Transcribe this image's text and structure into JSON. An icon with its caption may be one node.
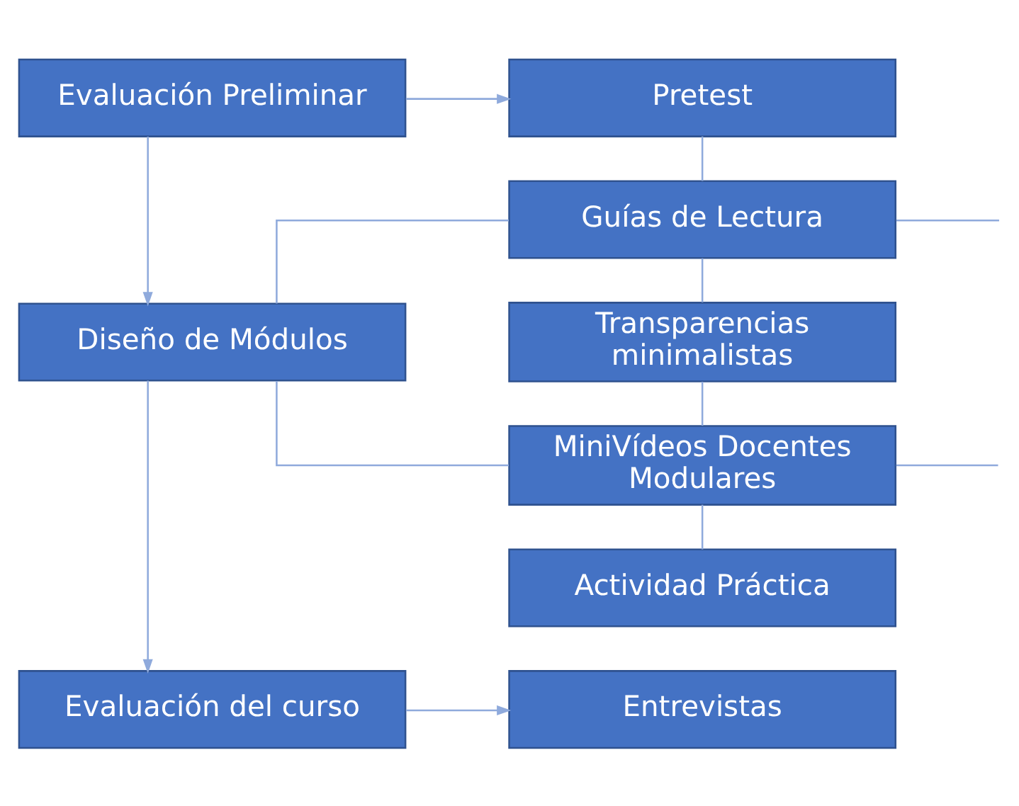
{
  "diagram": {
    "nodes": [
      {
        "text": [
          "Evaluación Preliminar"
        ]
      },
      {
        "text": [
          "Pretest"
        ]
      },
      {
        "text": [
          "Diseño de Módulos"
        ]
      },
      {
        "text": [
          "Guías de Lectura"
        ]
      },
      {
        "text": [
          "Transparencias minimalistas"
        ]
      },
      {
        "text": [
          "MiniVídeos Docentes Modulares"
        ]
      },
      {
        "text": [
          "Actividad Práctica"
        ]
      },
      {
        "text": [
          "Evaluación del curso"
        ]
      },
      {
        "text": [
          "Entrevistas"
        ]
      }
    ],
    "edges": [
      {
        "from": 0,
        "to": 1,
        "arrow": "to"
      },
      {
        "from": 0,
        "to": 2,
        "arrow": "to"
      },
      {
        "from": 1,
        "to": 3,
        "arrow": "none"
      },
      {
        "from": 2,
        "to": 3,
        "arrow": "none"
      },
      {
        "from": 2,
        "to": 5,
        "arrow": "none"
      },
      {
        "from": 3,
        "to": null,
        "arrow": "none"
      },
      {
        "from": 3,
        "to": 4,
        "arrow": "none"
      },
      {
        "from": 4,
        "to": 5,
        "arrow": "none"
      },
      {
        "from": 5,
        "to": null,
        "arrow": "none"
      },
      {
        "from": 5,
        "to": 6,
        "arrow": "none"
      },
      {
        "from": 2,
        "to": 7,
        "arrow": "to"
      },
      {
        "from": 7,
        "to": 8,
        "arrow": "to"
      }
    ]
  }
}
